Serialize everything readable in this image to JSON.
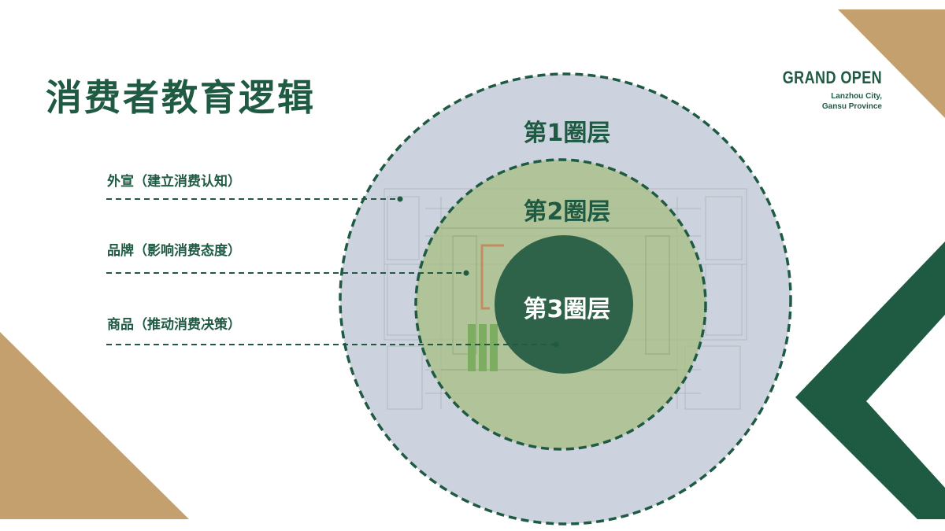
{
  "title": "消费者教育逻辑",
  "brand": {
    "name": "GRAND OPEN",
    "location_line1": "Lanzhou City,",
    "location_line2": "Gansu Province"
  },
  "labels": [
    "外宣（建立消费认知）",
    "品牌（影响消费态度）",
    "商品（推动消费决策）"
  ],
  "rings": [
    "第1圈层",
    "第2圈层",
    "第3圈层"
  ],
  "colors": {
    "dark_green": "#1f5a43",
    "tan": "#c4a06f",
    "outer_ring": "#cdd3de",
    "middle_ring": "#a9bf8a",
    "inner_ring": "#2e6249"
  }
}
